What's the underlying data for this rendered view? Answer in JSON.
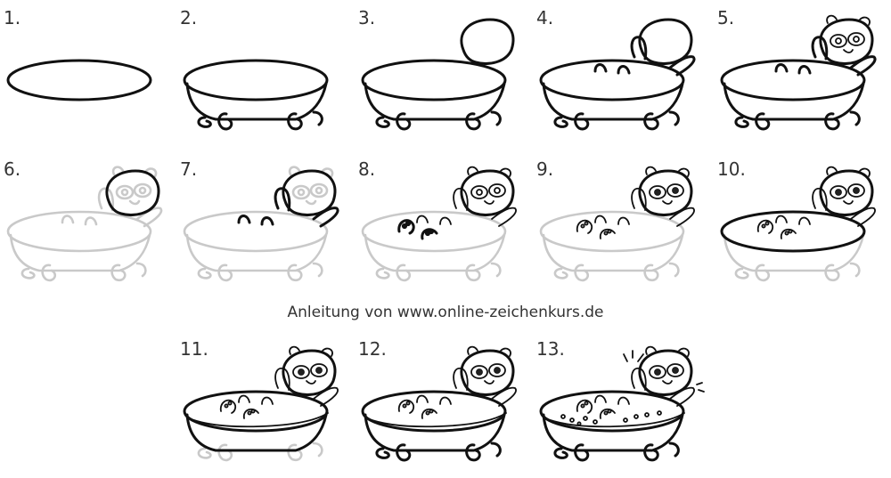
{
  "steps": [
    "1.",
    "2.",
    "3.",
    "4.",
    "5.",
    "6.",
    "7.",
    "8.",
    "9.",
    "10.",
    "11.",
    "12.",
    "13."
  ],
  "credit": "Anleitung von www.online-zeichenkurs.de"
}
